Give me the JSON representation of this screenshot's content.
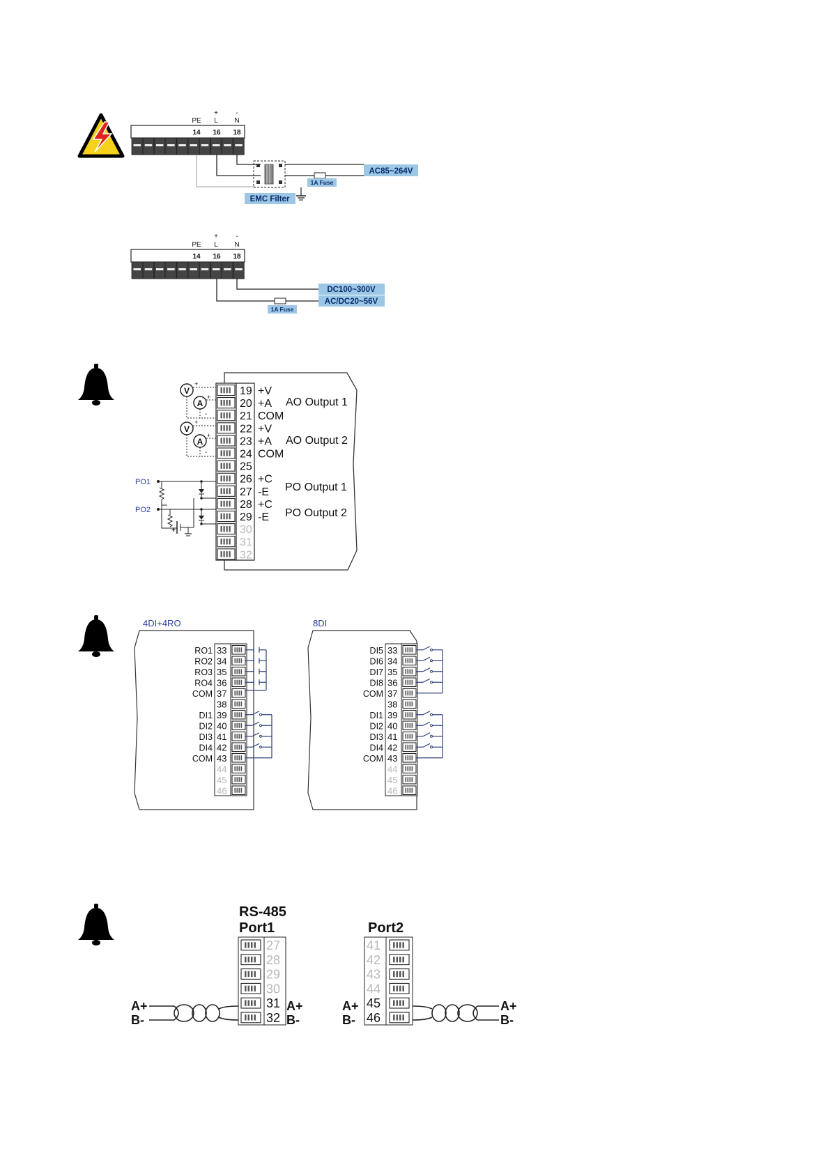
{
  "power": {
    "ac": {
      "terminals": [
        {
          "name": "PE",
          "polarity": "",
          "number": "14"
        },
        {
          "name": "L",
          "polarity": "+",
          "number": "16"
        },
        {
          "name": "N",
          "polarity": "-",
          "number": "18"
        }
      ],
      "supply": "AC85~264V",
      "fuse": "1A Fuse",
      "filter": "EMC Filter"
    },
    "dc": {
      "terminals": [
        {
          "name": "PE",
          "polarity": "",
          "number": "14"
        },
        {
          "name": "L",
          "polarity": "+",
          "number": "16"
        },
        {
          "name": "N",
          "polarity": "-",
          "number": "18"
        }
      ],
      "supply1": "DC100~300V",
      "supply2": "AC/DC20~56V",
      "fuse": "1A Fuse"
    }
  },
  "analog": {
    "rows": [
      {
        "num": "19",
        "label": "+V"
      },
      {
        "num": "20",
        "label": "+A"
      },
      {
        "num": "21",
        "label": "COM"
      },
      {
        "num": "22",
        "label": "+V"
      },
      {
        "num": "23",
        "label": "+A"
      },
      {
        "num": "24",
        "label": "COM"
      },
      {
        "num": "25",
        "label": ""
      },
      {
        "num": "26",
        "label": "+C"
      },
      {
        "num": "27",
        "label": "-E"
      },
      {
        "num": "28",
        "label": "+C"
      },
      {
        "num": "29",
        "label": "-E"
      },
      {
        "num": "30",
        "label": ""
      },
      {
        "num": "31",
        "label": ""
      },
      {
        "num": "32",
        "label": ""
      }
    ],
    "inactive": [
      "30",
      "31",
      "32"
    ],
    "groups": [
      "AO Output 1",
      "AO Output 2",
      "PO Output 1",
      "PO Output 2"
    ],
    "meters": [
      "V",
      "A",
      "V",
      "A"
    ],
    "po_labels": [
      "PO1",
      "PO2"
    ]
  },
  "digital": {
    "left_title": "4DI+4RO",
    "left_rows": [
      {
        "label": "RO1",
        "num": "33"
      },
      {
        "label": "RO2",
        "num": "34"
      },
      {
        "label": "RO3",
        "num": "35"
      },
      {
        "label": "RO4",
        "num": "36"
      },
      {
        "label": "COM",
        "num": "37"
      },
      {
        "label": "",
        "num": "38"
      },
      {
        "label": "DI1",
        "num": "39"
      },
      {
        "label": "DI2",
        "num": "40"
      },
      {
        "label": "DI3",
        "num": "41"
      },
      {
        "label": "DI4",
        "num": "42"
      },
      {
        "label": "COM",
        "num": "43"
      },
      {
        "label": "",
        "num": "44"
      },
      {
        "label": "",
        "num": "45"
      },
      {
        "label": "",
        "num": "46"
      }
    ],
    "right_title": "8DI",
    "right_rows": [
      {
        "label": "DI5",
        "num": "33"
      },
      {
        "label": "DI6",
        "num": "34"
      },
      {
        "label": "DI7",
        "num": "35"
      },
      {
        "label": "DI8",
        "num": "36"
      },
      {
        "label": "COM",
        "num": "37"
      },
      {
        "label": "",
        "num": "38"
      },
      {
        "label": "DI1",
        "num": "39"
      },
      {
        "label": "DI2",
        "num": "40"
      },
      {
        "label": "DI3",
        "num": "41"
      },
      {
        "label": "DI4",
        "num": "42"
      },
      {
        "label": "COM",
        "num": "43"
      },
      {
        "label": "",
        "num": "44"
      },
      {
        "label": "",
        "num": "45"
      },
      {
        "label": "",
        "num": "46"
      }
    ],
    "inactive": [
      "44",
      "45",
      "46"
    ]
  },
  "rs485": {
    "title_line1": "RS-485",
    "port1": "Port1",
    "port2": "Port2",
    "port1_nums": [
      "27",
      "28",
      "29",
      "30",
      "31",
      "32"
    ],
    "port2_nums": [
      "41",
      "42",
      "43",
      "44",
      "45",
      "46"
    ],
    "inactive1": [
      "27",
      "28",
      "29",
      "30"
    ],
    "inactive2": [
      "41",
      "42",
      "43",
      "44"
    ],
    "a_plus": "A+",
    "b_minus": "B-"
  },
  "colors": {
    "tag_bg": "#9cc8e6",
    "bell": "#000000",
    "warning_yellow": "#f7d21a",
    "arrow_red": "#e0241b",
    "inactive_num": "#b8b8b8"
  },
  "icons": [
    "high-voltage-warning-icon",
    "bell-icon"
  ]
}
